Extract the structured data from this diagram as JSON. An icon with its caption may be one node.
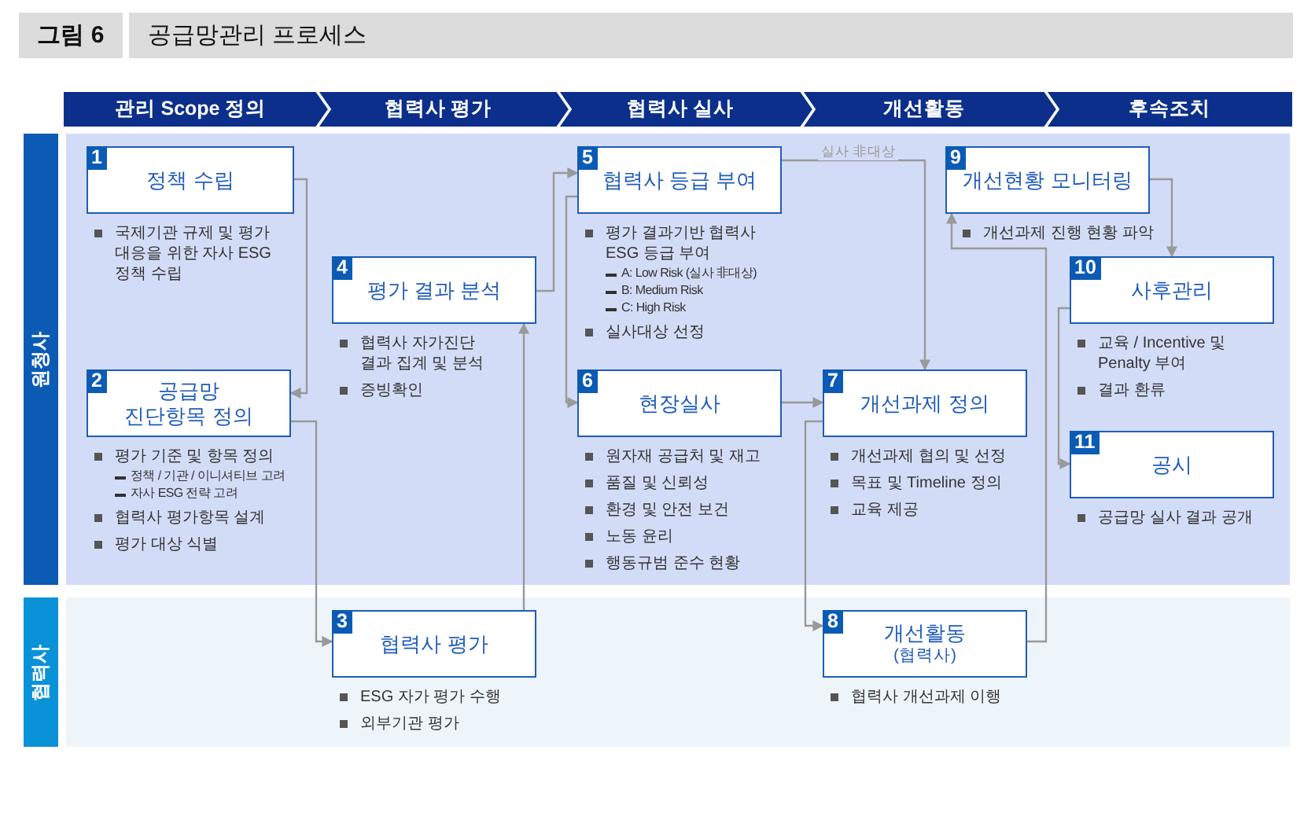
{
  "diagram": {
    "title": "공급망관리 프로세스",
    "labels": [
      "그림 6"
    ],
    "nodes": [
      {
        "text": [
          "관리 Scope 정의"
        ]
      },
      {
        "text": [
          "협력사 평가"
        ]
      },
      {
        "text": [
          "협력사 실사"
        ]
      },
      {
        "text": [
          "개선활동"
        ]
      },
      {
        "text": [
          "후속조치"
        ]
      },
      {
        "text": [
          "원청사"
        ]
      },
      {
        "text": [
          "협력사"
        ]
      },
      {
        "text": [
          "1",
          "정책 수립"
        ],
        "in": 5,
        "beside": [
          "국제기관 규제 및 평가 대응을 위한 자사 ESG 정책 수립"
        ]
      },
      {
        "text": [
          "2",
          "공급망 진단항목 정의"
        ],
        "in": 5,
        "beside": [
          "평가 기준 및 항목 정의",
          "정책 / 기관 / 이니셔티브 고려",
          "자사 ESG 전략 고려",
          "협력사 평가항목 설계",
          "평가 대상 식별"
        ]
      },
      {
        "text": [
          "3",
          "협력사 평가"
        ],
        "in": 6,
        "beside": [
          "ESG 자가 평가 수행",
          "외부기관 평가"
        ]
      },
      {
        "text": [
          "4",
          "평가 결과 분석"
        ],
        "in": 5,
        "beside": [
          "협력사 자가진단 결과 집계 및 분석",
          "증빙확인"
        ]
      },
      {
        "text": [
          "5",
          "협력사 등급 부여"
        ],
        "in": 5,
        "beside": [
          "평가 결과기반 협력사 ESG 등급 부여",
          "A: Low Risk (실사 非대상)",
          "B: Medium Risk",
          "C: High Risk",
          "실사대상 선정"
        ]
      },
      {
        "text": [
          "6",
          "현장실사"
        ],
        "in": 5,
        "beside": [
          "원자재 공급처 및 재고",
          "품질 및 신뢰성",
          "환경 및 안전 보건",
          "노동 윤리",
          "행동규범 준수 현황"
        ]
      },
      {
        "text": [
          "7",
          "개선과제 정의"
        ],
        "in": 5,
        "beside": [
          "개선과제 협의 및 선정",
          "목표 및 Timeline 정의",
          "교육 제공"
        ]
      },
      {
        "text": [
          "8",
          "개선활동",
          "(협력사)"
        ],
        "in": 6,
        "beside": [
          "협력사 개선과제 이행"
        ]
      },
      {
        "text": [
          "9",
          "개선현황 모니터링"
        ],
        "in": 5,
        "beside": [
          "개선과제 진행 현황 파악"
        ]
      },
      {
        "text": [
          "10",
          "사후관리"
        ],
        "in": 5,
        "beside": [
          "교육 / Incentive 및 Penalty 부여",
          "결과 환류"
        ]
      },
      {
        "text": [
          "11",
          "공시"
        ],
        "in": 5,
        "beside": [
          "공급망 실사 결과 공개"
        ]
      }
    ],
    "edges": [
      {
        "from": 7,
        "to": 8,
        "arrow": "to"
      },
      {
        "from": 8,
        "to": 9,
        "arrow": "to"
      },
      {
        "from": 9,
        "to": 10,
        "arrow": "to"
      },
      {
        "from": 10,
        "to": 11,
        "arrow": "to"
      },
      {
        "from": 11,
        "to": 13,
        "arrow": "to",
        "label": "실사 非대상"
      },
      {
        "from": 11,
        "to": 12,
        "arrow": "to"
      },
      {
        "from": 12,
        "to": 13,
        "arrow": "to"
      },
      {
        "from": 13,
        "to": 14,
        "arrow": "to"
      },
      {
        "from": 14,
        "to": 15,
        "arrow": "to"
      },
      {
        "from": 15,
        "to": 16,
        "arrow": "to"
      },
      {
        "from": 16,
        "to": 17,
        "arrow": "to"
      }
    ]
  }
}
